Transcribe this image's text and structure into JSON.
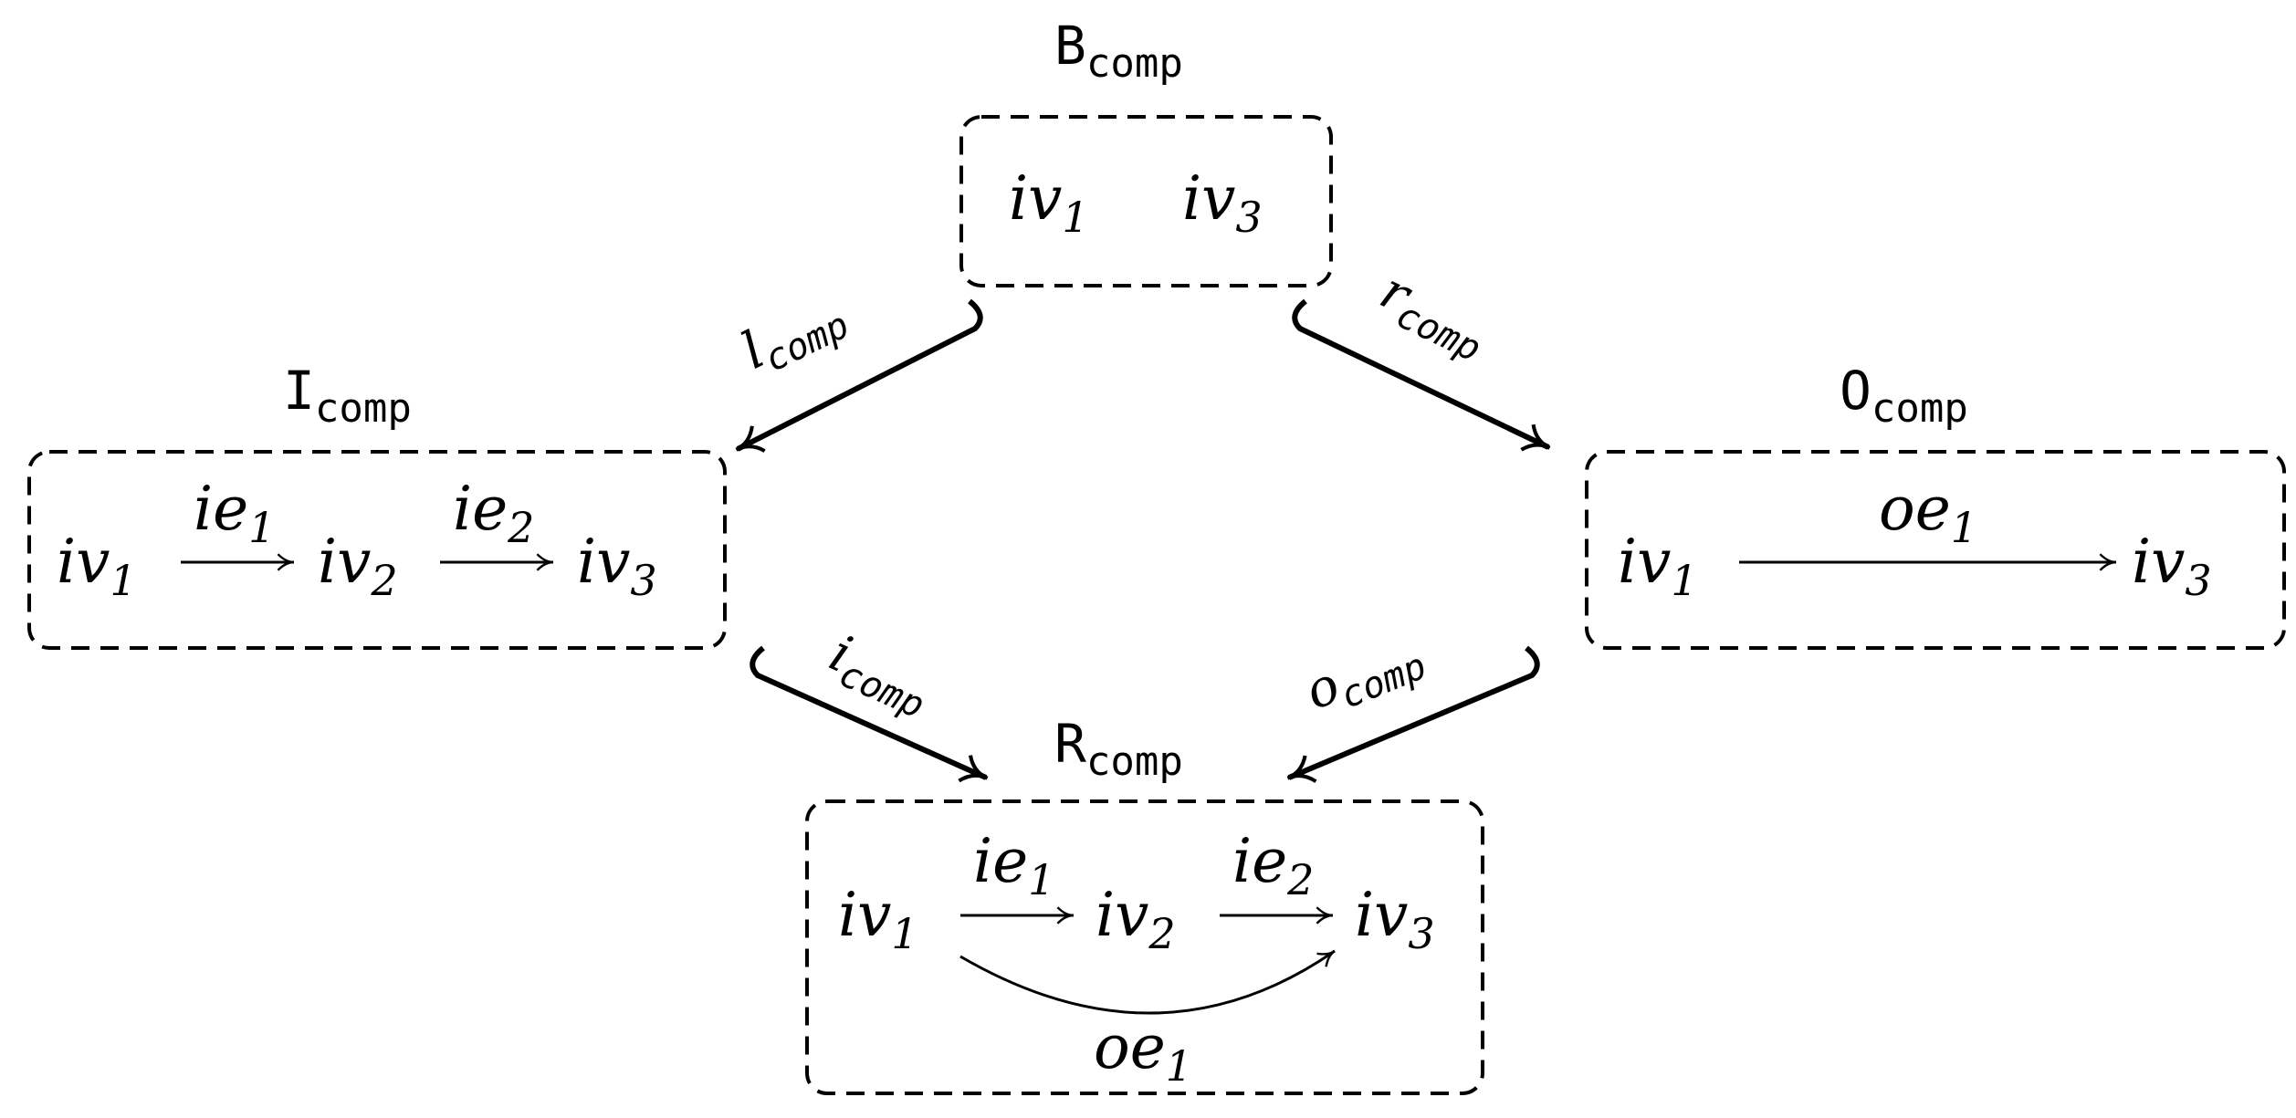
{
  "blocks": {
    "b": {
      "title": {
        "main": "B",
        "sub": "comp"
      },
      "nodes": [
        {
          "main": "iv",
          "sub": "1"
        },
        {
          "main": "iv",
          "sub": "3"
        }
      ]
    },
    "i": {
      "title": {
        "main": "I",
        "sub": "comp"
      },
      "nodes": [
        {
          "main": "iv",
          "sub": "1"
        },
        {
          "main": "iv",
          "sub": "2"
        },
        {
          "main": "iv",
          "sub": "3"
        }
      ],
      "edges": [
        {
          "main": "ie",
          "sub": "1"
        },
        {
          "main": "ie",
          "sub": "2"
        }
      ]
    },
    "o": {
      "title": {
        "main": "O",
        "sub": "comp"
      },
      "nodes": [
        {
          "main": "iv",
          "sub": "1"
        },
        {
          "main": "iv",
          "sub": "3"
        }
      ],
      "edges": [
        {
          "main": "oe",
          "sub": "1"
        }
      ]
    },
    "r": {
      "title": {
        "main": "R",
        "sub": "comp"
      },
      "nodes": [
        {
          "main": "iv",
          "sub": "1"
        },
        {
          "main": "iv",
          "sub": "2"
        },
        {
          "main": "iv",
          "sub": "3"
        }
      ],
      "edges": [
        {
          "main": "ie",
          "sub": "1"
        },
        {
          "main": "ie",
          "sub": "2"
        },
        {
          "main": "oe",
          "sub": "1"
        }
      ]
    }
  },
  "morphisms": {
    "l": {
      "main": "l",
      "sub": "comp"
    },
    "r": {
      "main": "r",
      "sub": "comp"
    },
    "i": {
      "main": "i",
      "sub": "comp"
    },
    "o": {
      "main": "o",
      "sub": "comp"
    }
  }
}
